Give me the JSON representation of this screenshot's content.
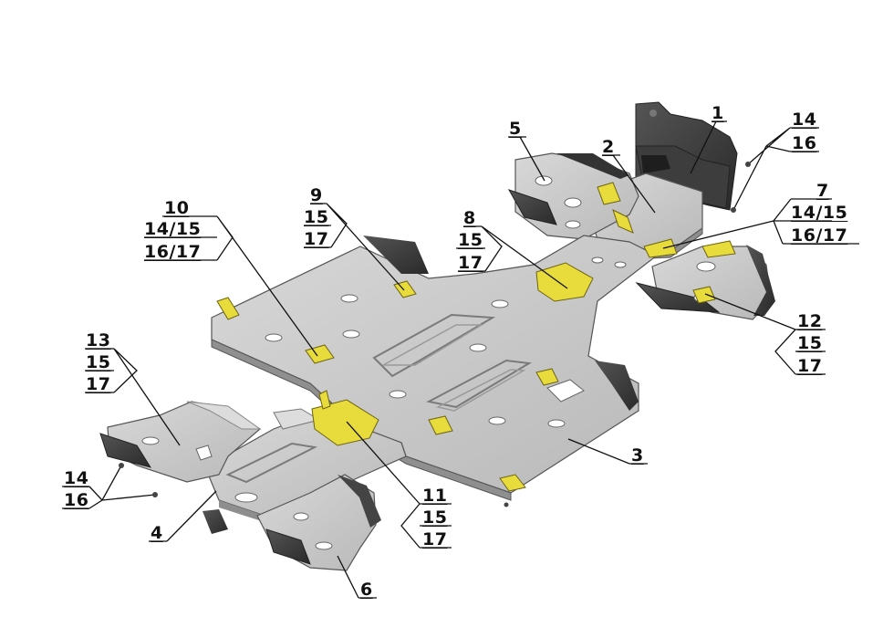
{
  "diagram": {
    "callouts": [
      {
        "id": "c1",
        "lines": [
          "1"
        ]
      },
      {
        "id": "c2",
        "lines": [
          "2"
        ]
      },
      {
        "id": "c3",
        "lines": [
          "3"
        ]
      },
      {
        "id": "c4",
        "lines": [
          "4"
        ]
      },
      {
        "id": "c5",
        "lines": [
          "5"
        ]
      },
      {
        "id": "c6",
        "lines": [
          "6"
        ]
      },
      {
        "id": "c7",
        "lines": [
          "7",
          "14/15",
          "16/17"
        ]
      },
      {
        "id": "c8",
        "lines": [
          "8",
          "15",
          "17"
        ]
      },
      {
        "id": "c9",
        "lines": [
          "9",
          "15",
          "17"
        ]
      },
      {
        "id": "c10",
        "lines": [
          "10",
          "14/15",
          "16/17"
        ]
      },
      {
        "id": "c11",
        "lines": [
          "11",
          "15",
          "17"
        ]
      },
      {
        "id": "c12",
        "lines": [
          "12",
          "15",
          "17"
        ]
      },
      {
        "id": "c13",
        "lines": [
          "13",
          "15",
          "17"
        ]
      },
      {
        "id": "c14a",
        "lines": [
          "14",
          "16"
        ]
      },
      {
        "id": "c14b",
        "lines": [
          "14",
          "16"
        ]
      }
    ],
    "colors": {
      "plate": "#c9c9c9",
      "plate_dark": "#9a9a9a",
      "plate_edge": "#555555",
      "bracket": "#e8dc3c",
      "bracket_edge": "#6d6410",
      "rubber": "#2c2c2c",
      "ink": "#111111"
    }
  }
}
